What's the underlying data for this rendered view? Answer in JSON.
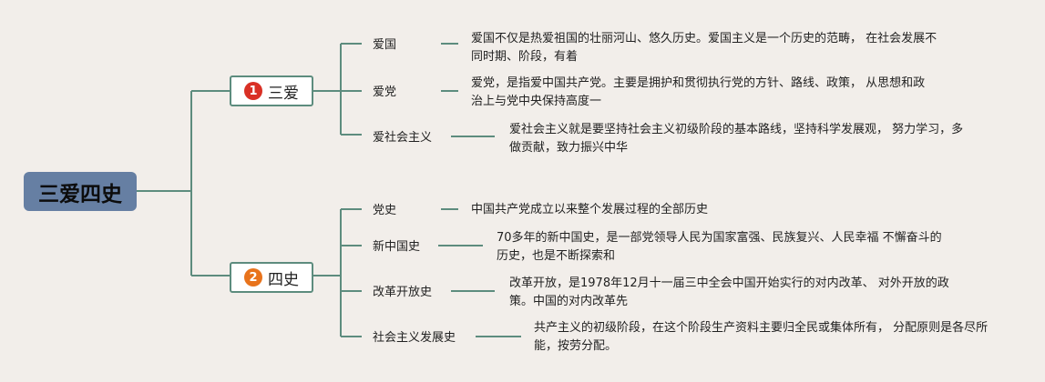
{
  "colors": {
    "line": "#5d8c7e",
    "root_bg": "#667fa3",
    "badge1": "#d93025",
    "badge2": "#e8731c",
    "background": "#f2eeea"
  },
  "root": {
    "label": "三爱四史"
  },
  "branches": [
    {
      "number": "1",
      "label": "三爱",
      "children": [
        {
          "label": "爱国",
          "desc": "爱国不仅是热爱祖国的壮丽河山、悠久历史。爱国主义是一个历史的范畴， 在社会发展不同时期、阶段，有着"
        },
        {
          "label": "爱党",
          "desc": "爱党，是指爱中国共产党。主要是拥护和贯彻执行党的方针、路线、政策， 从思想和政治上与党中央保持高度一"
        },
        {
          "label": "爱社会主义",
          "desc": "爱社会主义就是要坚持社会主义初级阶段的基本路线，坚持科学发展观， 努力学习，多做贡献，致力振兴中华"
        }
      ]
    },
    {
      "number": "2",
      "label": "四史",
      "children": [
        {
          "label": "党史",
          "desc": "中国共产党成立以来整个发展过程的全部历史"
        },
        {
          "label": "新中国史",
          "desc": "70多年的新中国史，是一部党领导人民为国家富强、民族复兴、人民幸福 不懈奋斗的历史，也是不断探索和"
        },
        {
          "label": "改革开放史",
          "desc": "改革开放，是1978年12月十一届三中全会中国开始实行的对内改革、 对外开放的政策。中国的对内改革先"
        },
        {
          "label": "社会主义发展史",
          "desc": "共产主义的初级阶段，在这个阶段生产资料主要归全民或集体所有， 分配原则是各尽所能，按劳分配。"
        }
      ]
    }
  ]
}
